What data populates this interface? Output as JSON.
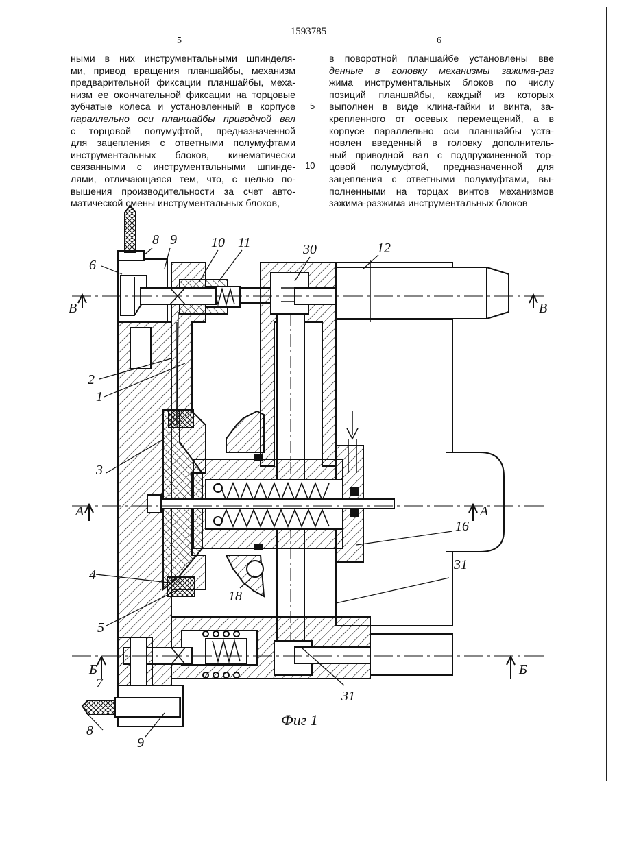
{
  "header": {
    "patent_number": "1593785",
    "page_left": "5",
    "page_right": "6"
  },
  "line_numbers": {
    "n5": "5",
    "n10": "10"
  },
  "left_column": [
    "ными в них инструментальными шпинделя-",
    "ми, привод вращения планшайбы, механизм",
    "предварительной фиксации планшайбы, меха-",
    "низм ее окончательной фиксации на торцовые",
    "зубчатые колеса и установленный в корпусе",
    "параллельно оси планшайбы приводной вал",
    "с торцовой полумуфтой, предназначенной",
    "для зацепления с ответными полумуфтами",
    "инструментальных блоков, кинематически",
    "связанными с инструментальными шпинде-",
    "лями, отличающаяся тем, что, с целью по-",
    "вышения производительности за счет авто-",
    "матической смены инструментальных блоков,"
  ],
  "right_column": [
    "в поворотной планшайбе установлены вве",
    "денные в головку механизмы зажима-раз",
    "жима инструментальных блоков по числу",
    "позиций планшайбы, каждый из которых",
    "выполнен в виде клина-гайки и винта, за-",
    "крепленного от осевых перемещений, а в",
    "корпусе параллельно оси планшайбы уста-",
    "новлен введенный в головку дополнитель-",
    "ный приводной вал с подпружиненной тор-",
    "цовой полумуфтой, предназначенной для",
    "зацепления с ответными полумуфтами, вы-",
    "полненными на торцах винтов механизмов",
    "зажима-разжима инструментальных блоков"
  ],
  "figure": {
    "caption": "Фиг 1",
    "labels": {
      "l1": "1",
      "l2": "2",
      "l3": "3",
      "l4": "4",
      "l5": "5",
      "l6": "6",
      "l7": "7",
      "l8a": "8",
      "l8b": "8",
      "l9a": "9",
      "l9b": "9",
      "l10": "10",
      "l11": "11",
      "l12": "12",
      "l16": "16",
      "l18": "18",
      "l30": "30",
      "l31a": "31",
      "l31b": "31"
    },
    "sections": {
      "v_left": "В",
      "v_right": "В",
      "a_left": "А",
      "a_right": "А",
      "b_left": "Б",
      "b_right": "Б"
    }
  }
}
